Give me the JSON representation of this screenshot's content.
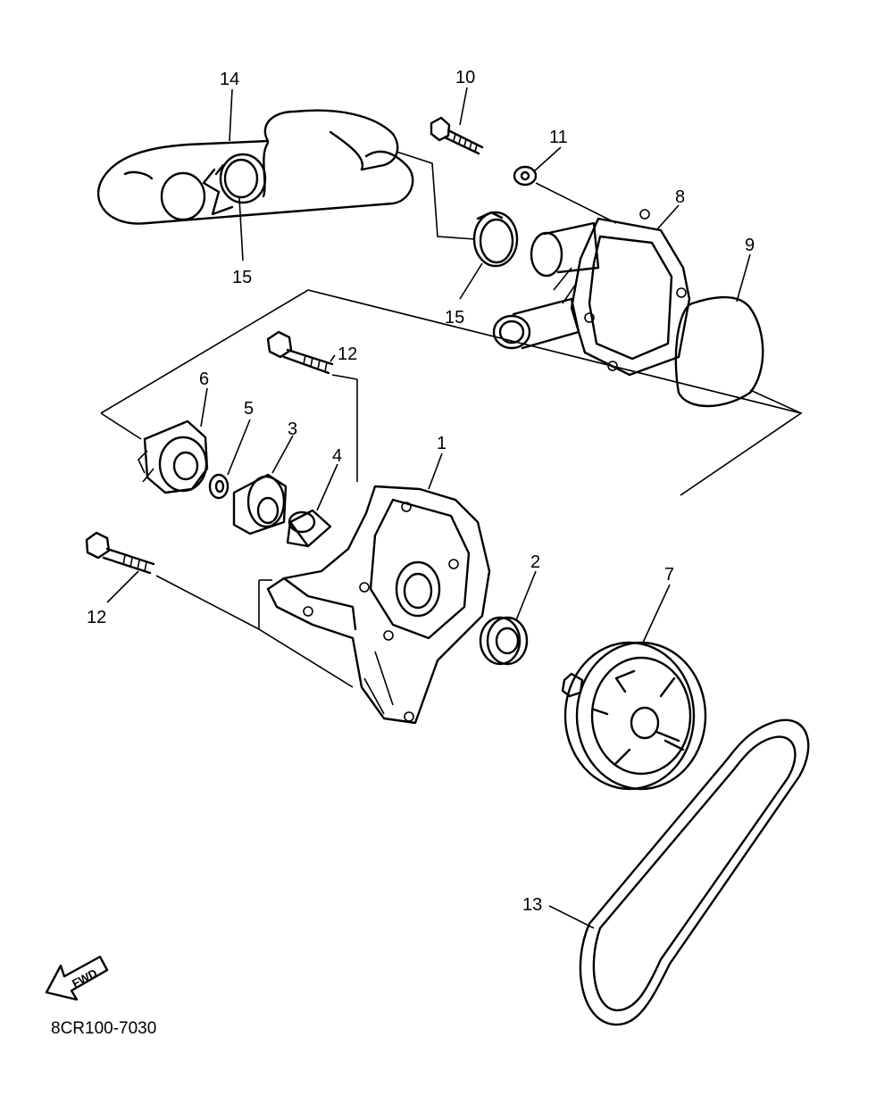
{
  "diagram": {
    "part_code": "8CR100-7030",
    "direction_mark": "FWD",
    "callouts": {
      "p1": "1",
      "p2": "2",
      "p3": "3",
      "p4": "4",
      "p5": "5",
      "p6": "6",
      "p7": "7",
      "p8": "8",
      "p9": "9",
      "p10": "10",
      "p11": "11",
      "p12a": "12",
      "p12b": "12",
      "p13": "13",
      "p14": "14",
      "p15a": "15",
      "p15b": "15"
    }
  }
}
